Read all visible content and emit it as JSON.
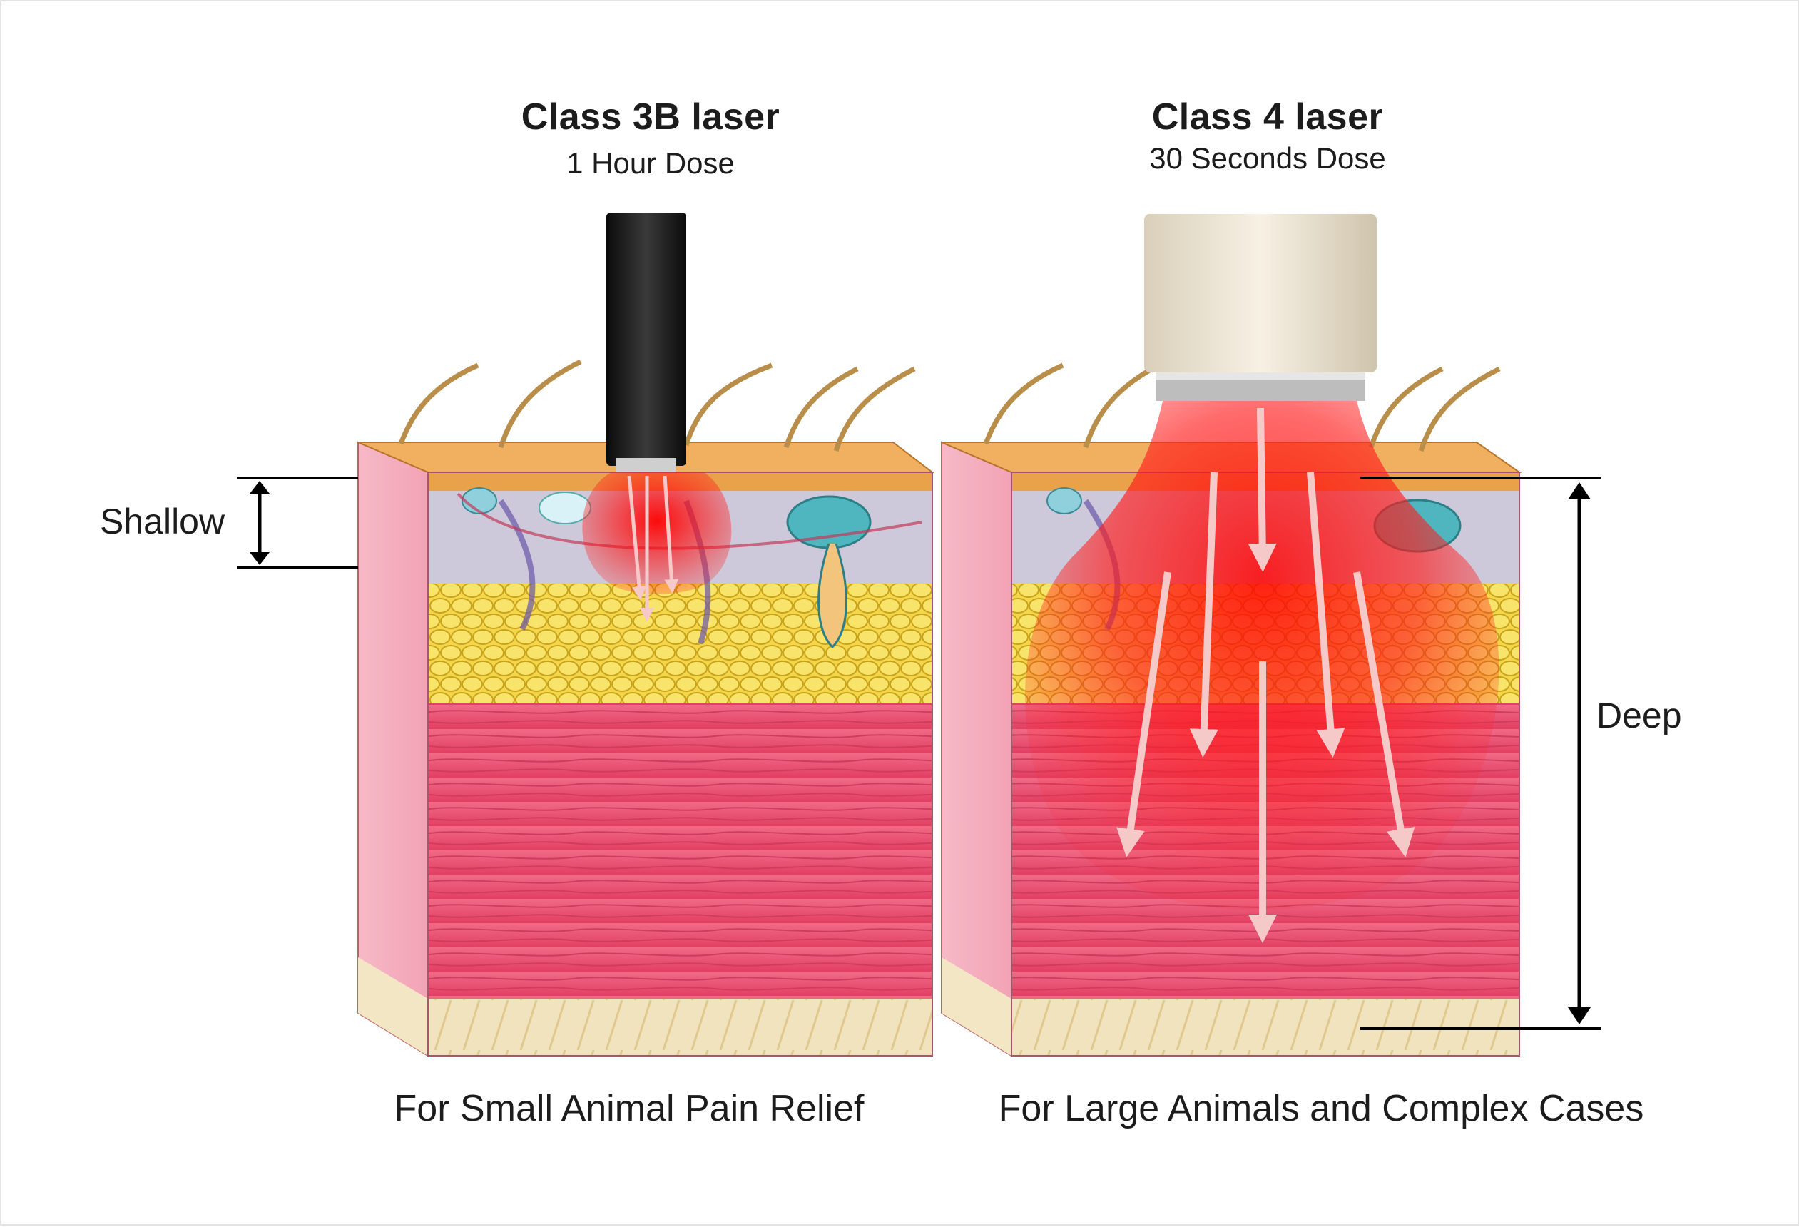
{
  "panels": [
    {
      "title": "Class 3B laser",
      "dose": "1 Hour Dose",
      "caption": "For Small Animal Pain Relief"
    },
    {
      "title": "Class 4 laser",
      "dose": "30 Seconds Dose",
      "caption": "For Large Animals and Complex Cases"
    }
  ],
  "depth_labels": {
    "shallow": "Shallow",
    "deep": "Deep"
  },
  "colors": {
    "epidermis": "#e9a24a",
    "dermis": "#c9c5d6",
    "fat": "#f2d43a",
    "muscle": "#e8476a",
    "base": "#efe0b8",
    "laser": "#ff1a1a",
    "probe_3b": "#141414",
    "probe_4": "#ece3cf"
  },
  "icons": [
    "laser-probe-icon",
    "light-beam-arrow-icon",
    "double-arrow-icon"
  ]
}
